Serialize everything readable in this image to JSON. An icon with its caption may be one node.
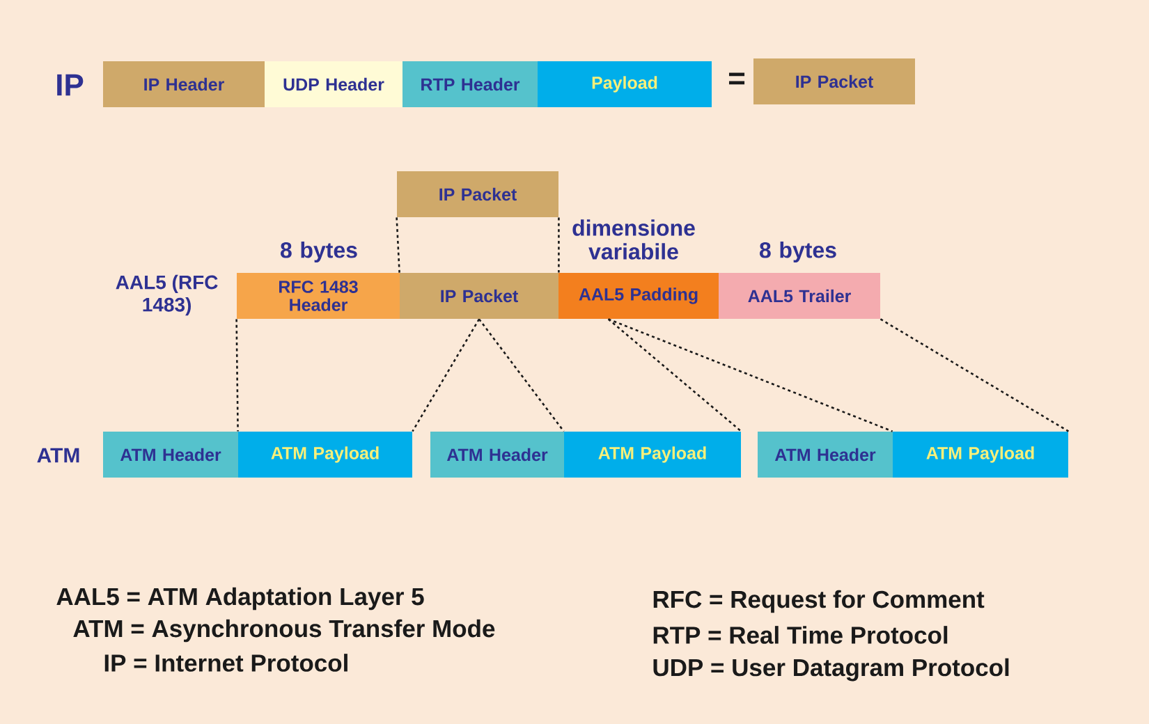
{
  "diagram": {
    "nodes": [
      {
        "text": [
          "IP Header"
        ]
      },
      {
        "text": [
          "UDP Header"
        ]
      },
      {
        "text": [
          "RTP Header"
        ]
      },
      {
        "text": [
          "Payload"
        ]
      },
      {
        "text": [
          "IP Packet"
        ]
      },
      {
        "text": [
          "IP Packet"
        ]
      },
      {
        "text": [
          "RFC 1483 Header"
        ],
        "beside": [
          "8 bytes"
        ]
      },
      {
        "text": [
          "IP Packet"
        ]
      },
      {
        "text": [
          "AAL5 Padding"
        ],
        "beside": [
          "dimensione variabile"
        ]
      },
      {
        "text": [
          "AAL5 Trailer"
        ],
        "beside": [
          "8 bytes"
        ]
      },
      {
        "text": [
          "ATM Header"
        ]
      },
      {
        "text": [
          "ATM Payload"
        ]
      },
      {
        "text": [
          "ATM Header"
        ]
      },
      {
        "text": [
          "ATM Payload"
        ]
      },
      {
        "text": [
          "ATM Header"
        ]
      },
      {
        "text": [
          "ATM Payload"
        ]
      }
    ],
    "edges": [
      {
        "from": 5,
        "to": 7,
        "arrow": "none",
        "style": "dashed"
      },
      {
        "from": 5,
        "to": 7,
        "arrow": "none",
        "style": "dashed"
      },
      {
        "from": 6,
        "to": 11,
        "arrow": "none",
        "style": "dashed"
      },
      {
        "from": 7,
        "to": 11,
        "arrow": "none",
        "style": "dashed"
      },
      {
        "from": 7,
        "to": 13,
        "arrow": "none",
        "style": "dashed"
      },
      {
        "from": 8,
        "to": 13,
        "arrow": "none",
        "style": "dashed"
      },
      {
        "from": 8,
        "to": 15,
        "arrow": "none",
        "style": "dashed"
      },
      {
        "from": 9,
        "to": 15,
        "arrow": "none",
        "style": "dashed"
      }
    ],
    "labels": [
      "IP",
      "=",
      "AAL5 (RFC 1483)",
      "ATM",
      "AAL5 = ATM Adaptation Layer 5",
      "ATM = Asynchronous Transfer Mode",
      "IP = Internet Protocol",
      "RFC = Request for Comment",
      "RTP = Real Time Protocol",
      "UDP = User Datagram Protocol"
    ]
  }
}
